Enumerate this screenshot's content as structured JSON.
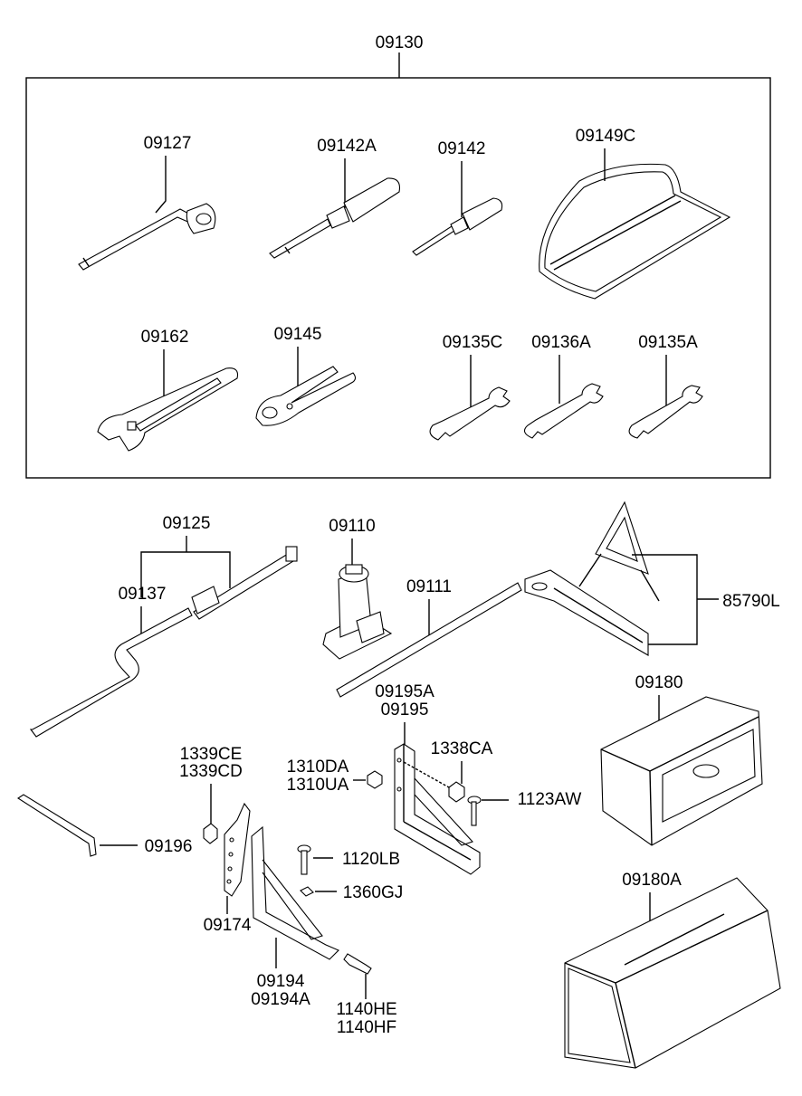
{
  "labels": {
    "group_main": "09130",
    "socket_wrench": "09127",
    "screwdriver_large": "09142A",
    "screwdriver_small": "09142",
    "tool_bag": "09149C",
    "adjustable_wrench": "09162",
    "pliers": "09145",
    "spanner_c": "09135C",
    "spanner_136a": "09136A",
    "spanner_a": "09135A",
    "jack_handle_group": "09125",
    "jack_handle_lower": "09137",
    "jack": "09110",
    "jack_bar": "09111",
    "warning_triangle": "85790L",
    "bracket_a": "09195A",
    "bracket": "09195",
    "nut_ce": "1339CE",
    "nut_cd": "1339CD",
    "nut_da": "1310DA",
    "nut_ua": "1310UA",
    "nut_ca": "1338CA",
    "bolt_aw": "1123AW",
    "case": "09180",
    "case_a": "09180A",
    "hex_key": "09196",
    "bolt_lb": "1120LB",
    "clip_gj": "1360GJ",
    "plate": "09174",
    "support": "09194",
    "support_a": "09194A",
    "bolt_he": "1140HE",
    "bolt_hf": "1140HF"
  }
}
